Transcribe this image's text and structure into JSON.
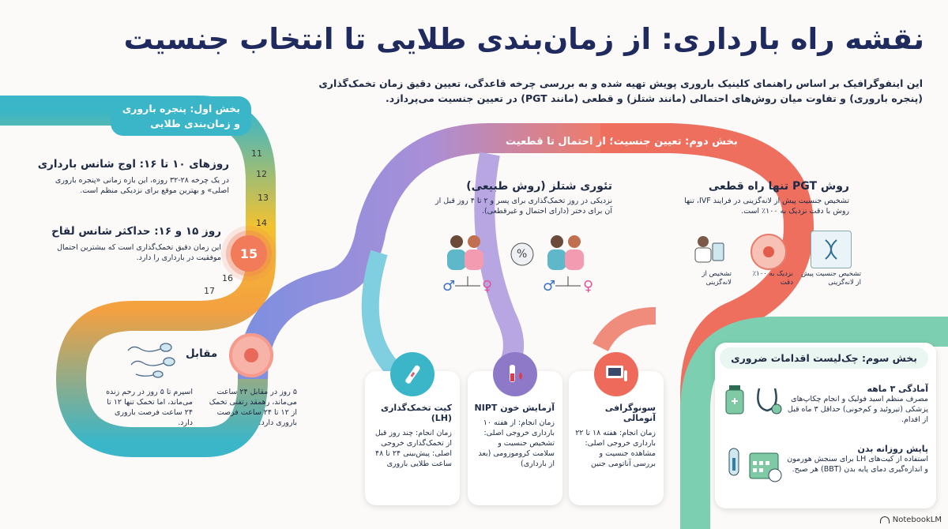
{
  "title": "نقشه راه بارداری: از زمان‌بندی طلایی تا انتخاب جنسیت",
  "subtitle": "این اینفوگرافیک بر اساس راهنمای کلینیک باروری پویش تهیه شده و به بررسی چرخه قاعدگی، تعیین دقیق زمان تخمک‌گذاری (پنجره باروری) و تفاوت میان روش‌های احتمالی (مانند شتلز) و قطعی (مانند PGT) در تعیین جنسیت می‌پردازد.",
  "section1": {
    "label": "بخش اول: پنجره باروری و زمان‌بندی طلایی",
    "days": [
      "11",
      "12",
      "13",
      "14",
      "15",
      "16",
      "17"
    ],
    "peak": {
      "title": "روزهای ۱۰ تا ۱۶: اوج شانس بارداری",
      "text": "در یک چرخه ۲۸-۳۲ روزه، این بازه زمانی «پنجره باروری اصلی» و بهترین موقع برای نزدیکی منظم است."
    },
    "max": {
      "title": "روز ۱۵ و ۱۶: حداکثر شانس لقاح",
      "text": "این زمان دقیق تخمک‌گذاری است که بیشترین احتمال موفقیت در بارداری را دارد."
    },
    "versus": "مقابل",
    "egg_text": "۵ روز در مقابل ۲۴ ساعت می‌ماند، رهمقد رتفنی تخمک از ۱۲ تا ۲۴ ساعت فرصت باروری دارد.",
    "sperm_text": "اسپرم تا ۵ روز در رحم زنده می‌ماند، اما تخمک تنها ۱۲ تا ۲۴ ساعت فرصت باروری دارد."
  },
  "section2": {
    "label": "بخش دوم: تعیین جنسیت؛ از احتمال تا قطعیت",
    "shettles": {
      "title": "تئوری شتلز (روش طبیعی)",
      "text": "نزدیکی در روز تخمک‌گذاری برای پسر و ۲ تا ۴ روز قبل از آن برای دختر (دارای احتمال و غیرقطعی).",
      "percent": "%"
    },
    "pgt": {
      "title": "روش PGT تنها راه قطعی",
      "text": "تشخیص جنسیت پیش از لانه‌گزینی در فرایند IVF، تنها روش با دقت نزدیک به ۱۰۰٪ است.",
      "icons": [
        "تشخیص جنسیت پیش از لانه‌گزینی",
        "نزدیک به ۱۰۰٪ دقت",
        "تشخیص از لانه‌گزینی"
      ]
    }
  },
  "tests": [
    {
      "title": "سونوگرافی آنومالی",
      "body": "زمان انجام: هفته ۱۸ تا ۲۲ بارداری خروجی اصلی: مشاهده جنسیت و بررسی آناتومی جنین",
      "color": "#ee6b5b"
    },
    {
      "title": "آزمایش خون NIPT",
      "body": "زمان انجام: از هفته ۱۰ بارداری خروجی اصلی: تشخیص جنسیت و سلامت کروموزومی (بعد از بارداری)",
      "color": "#8e79c9"
    },
    {
      "title": "کیت تخمک‌گذاری (LH)",
      "body": "زمان انجام: چند روز قبل از تخمک‌گذاری خروجی اصلی: پیش‌بینی ۲۴ تا ۴۸ ساعت طلایی باروری",
      "color": "#3ab6c8"
    }
  ],
  "section3": {
    "label": "بخش سوم: چک‌لیست اقدامات ضروری",
    "items": [
      {
        "title": "آمادگی ۳ ماهه",
        "text": "مصرف منظم اسید فولیک و انجام چکاپ‌های پزشکی (تیروئید و کم‌خونی) حداقل ۳ ماه قبل از اقدام."
      },
      {
        "title": "پایش روزانه بدن",
        "text": "استفاده از کیت‌های LH برای سنجش هورمون و اندازه‌گیری دمای پایه بدن (BBT) هر صبح."
      }
    ]
  },
  "brand": "NotebookLM",
  "colors": {
    "teal": "#3ab6c8",
    "yellow": "#f2c230",
    "purple": "#8e79c9",
    "coral": "#ee6b5b",
    "green": "#7ccfb0",
    "navy": "#1f2a5e"
  }
}
